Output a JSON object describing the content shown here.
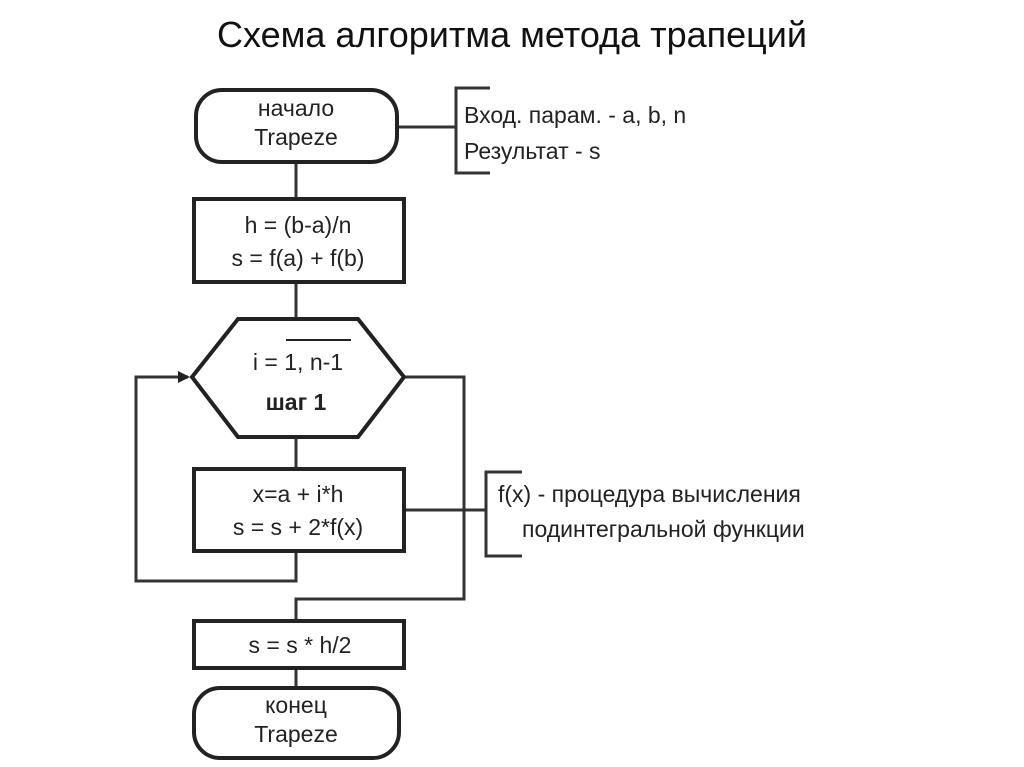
{
  "title": "Схема алгоритма метода трапеций",
  "start": {
    "line1": "начало",
    "line2": "Trapeze"
  },
  "params_note": {
    "line1": "Вход. парам. - a, b, n",
    "line2": "Результат - s"
  },
  "init_block": {
    "line1": "h = (b-a)/n",
    "line2": "s = f(a) + f(b)"
  },
  "loop": {
    "header_prefix": "i = ",
    "header_range": "1, n-1",
    "step": "шаг 1"
  },
  "body_block": {
    "line1": "x=a + i*h",
    "line2": "s = s + 2*f(x)"
  },
  "function_note": {
    "line1": "f(x) - процедура вычисления",
    "line2": "подинтегральной функции"
  },
  "final_block": {
    "line1": "s = s * h/2"
  },
  "end": {
    "line1": "конец",
    "line2": "Trapeze"
  }
}
